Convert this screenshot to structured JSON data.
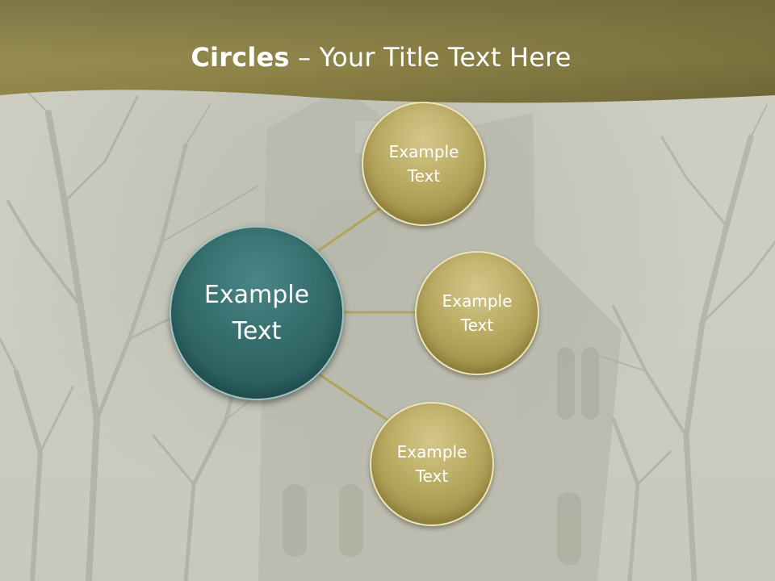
{
  "title": {
    "bold_part": "Circles",
    "rest_part": " – Your Title Text Here"
  },
  "diagram": {
    "center": {
      "line1": "Example",
      "line2": "Text"
    },
    "satellites": [
      {
        "line1": "Example",
        "line2": "Text"
      },
      {
        "line1": "Example",
        "line2": "Text"
      },
      {
        "line1": "Example",
        "line2": "Text"
      }
    ]
  },
  "colors": {
    "header_gold": "#8f8448",
    "center_circle": "#336a6a",
    "satellite_circle": "#b9aa62",
    "connector": "#b3a35a",
    "title_text": "#ffffff"
  }
}
